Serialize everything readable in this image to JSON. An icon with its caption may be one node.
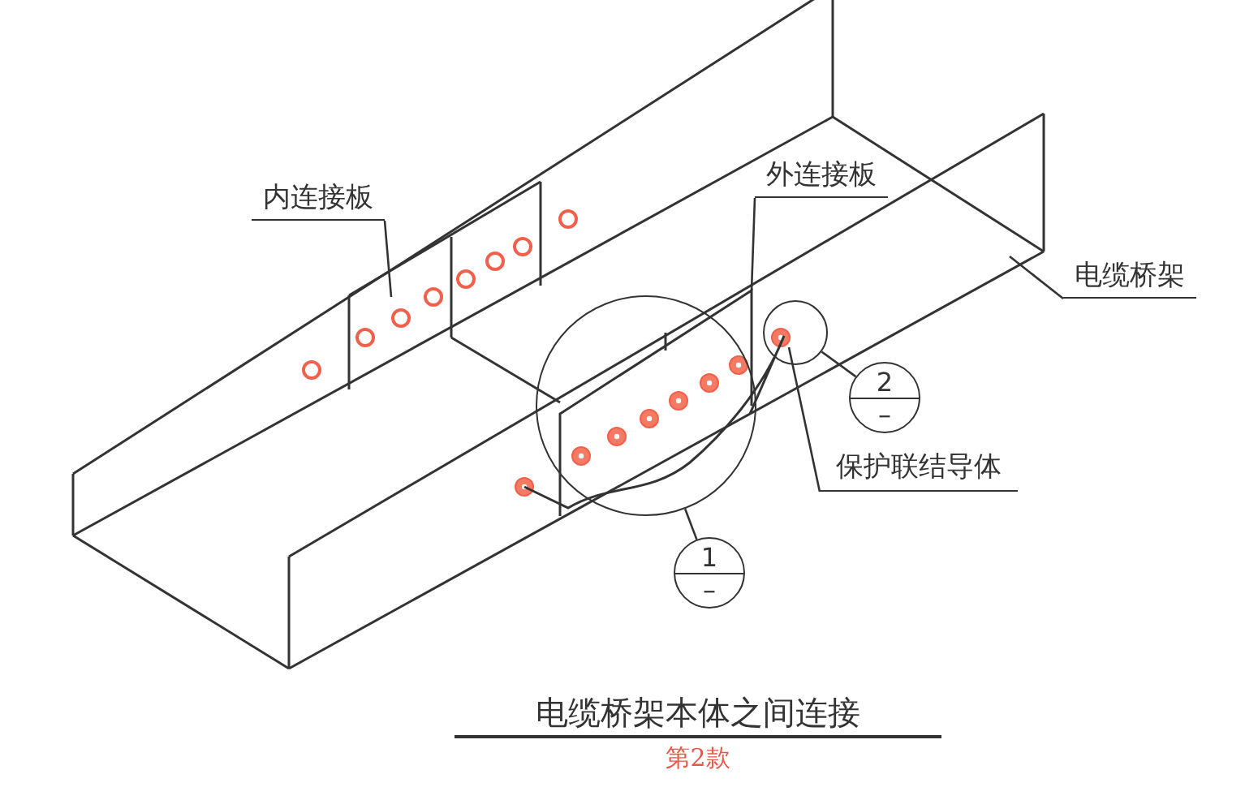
{
  "diagram": {
    "title": "电缆桥架本体之间连接",
    "caption": "第2款",
    "nodes": [
      {
        "text": [
          "内连接板"
        ]
      },
      {
        "text": [
          "外连接板"
        ]
      },
      {
        "text": [
          "电缆桥架"
        ]
      },
      {
        "text": [
          "保护联结导体"
        ]
      },
      {
        "text": [],
        "shape": "circle"
      },
      {
        "text": [],
        "shape": "circle"
      },
      {
        "text": [
          "2",
          "–"
        ]
      },
      {
        "text": [
          "1",
          "–"
        ]
      },
      {
        "text": [],
        "shape": "box"
      },
      {
        "text": [],
        "shape": "wire"
      }
    ],
    "edges": [
      {
        "from": 0,
        "to": null,
        "arrow": "none"
      },
      {
        "from": 1,
        "to": 8,
        "arrow": "none"
      },
      {
        "from": 2,
        "to": null,
        "arrow": "none"
      },
      {
        "from": 3,
        "to": 9,
        "arrow": "none"
      },
      {
        "from": 6,
        "to": 5,
        "arrow": "none"
      },
      {
        "from": 7,
        "to": 4,
        "arrow": "none"
      }
    ]
  }
}
